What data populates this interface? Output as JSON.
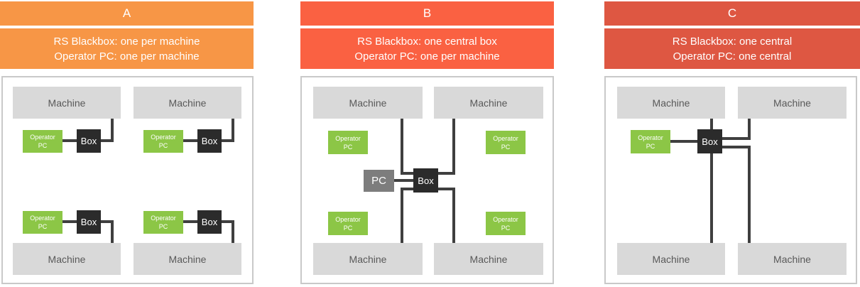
{
  "panels": [
    {
      "title": "A",
      "subtitle_line1": "RS Blackbox: one per machine",
      "subtitle_line2": "Operator PC: one per machine",
      "header_color": "#F79646"
    },
    {
      "title": "B",
      "subtitle_line1": "RS Blackbox: one central box",
      "subtitle_line2": "Operator PC: one per machine",
      "header_color": "#FA6142"
    },
    {
      "title": "C",
      "subtitle_line1": "RS Blackbox: one central",
      "subtitle_line2": "Operator PC: one central",
      "header_color": "#DE5742"
    }
  ],
  "labels": {
    "machine": "Machine",
    "operator_pc_line1": "Operator",
    "operator_pc_line2": "PC",
    "blackbox": "Box",
    "central_pc": "PC"
  },
  "colors": {
    "machine_fill": "#D9D9D9",
    "machine_text": "#595959",
    "operator_pc_fill": "#8CC646",
    "blackbox_fill": "#2B2B2B",
    "central_pc_fill": "#7D7D7D",
    "wire": "#3F3F3F",
    "panel_border": "#C9C9C9",
    "text_on_header": "#FFFFFF"
  }
}
